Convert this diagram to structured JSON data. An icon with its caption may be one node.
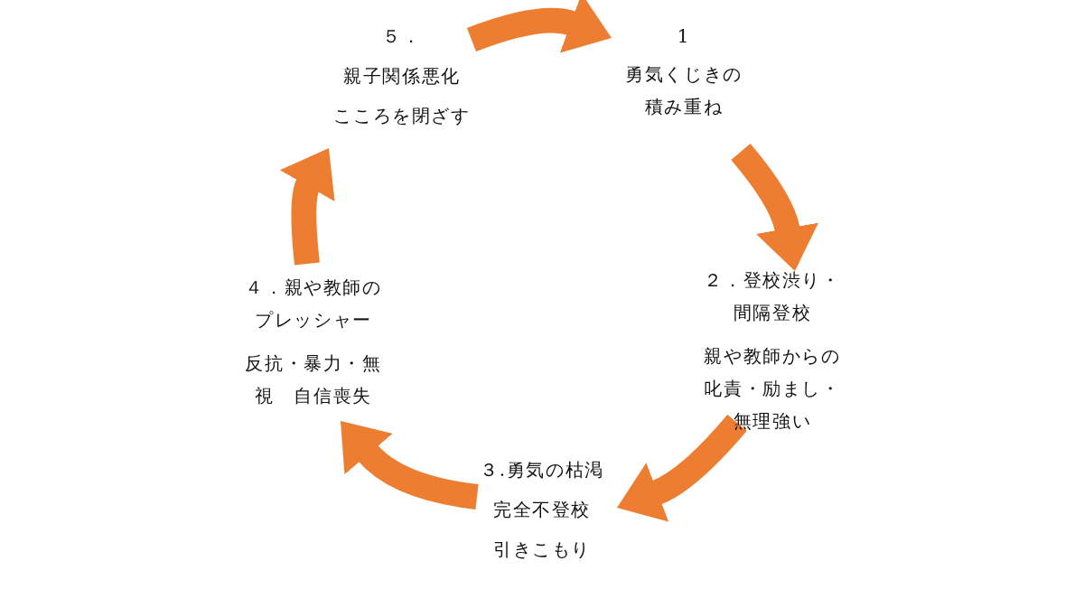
{
  "diagram": {
    "nodes": [
      {
        "text": [
          "1",
          "勇気くじきの積み重ね"
        ]
      },
      {
        "text": [
          "２．登校渋り・間隔登校",
          "親や教師からの叱責・励まし・無理強い"
        ]
      },
      {
        "text": [
          "３.勇気の枯渇",
          "完全不登校",
          "引きこもり"
        ]
      },
      {
        "text": [
          "４．親や教師のプレッシャー",
          "反抗・暴力・無視　自信喪失"
        ]
      },
      {
        "text": [
          "５．",
          "親子関係悪化",
          "こころを閉ざす"
        ]
      }
    ],
    "edges": [
      {
        "from": 4,
        "to": 0,
        "arrow": "to"
      },
      {
        "from": 0,
        "to": 1,
        "arrow": "to"
      },
      {
        "from": 1,
        "to": 2,
        "arrow": "to"
      },
      {
        "from": 2,
        "to": 3,
        "arrow": "to"
      },
      {
        "from": 3,
        "to": 4,
        "arrow": "to"
      }
    ]
  }
}
